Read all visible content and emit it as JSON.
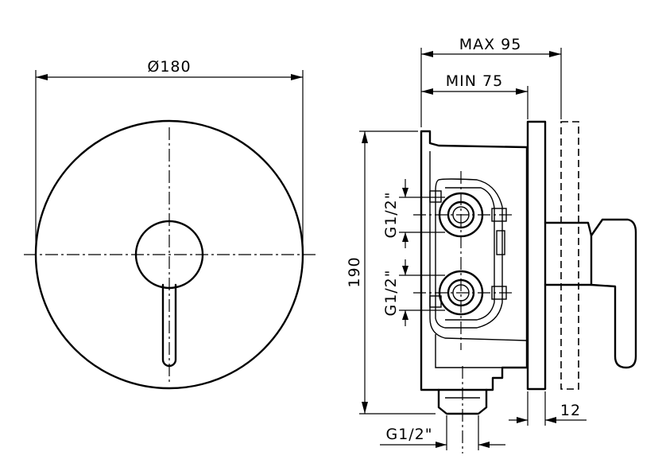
{
  "dimensions": {
    "diameter": "Ø180",
    "max_depth": "MAX 95",
    "min_depth": "MIN 75",
    "height": "190",
    "plate_thickness": "12",
    "connection_upper": "G1/2\"",
    "connection_lower": "G1/2\"",
    "connection_bottom": "G1/2\""
  },
  "colors": {
    "line": "#000000",
    "background": "#ffffff"
  }
}
